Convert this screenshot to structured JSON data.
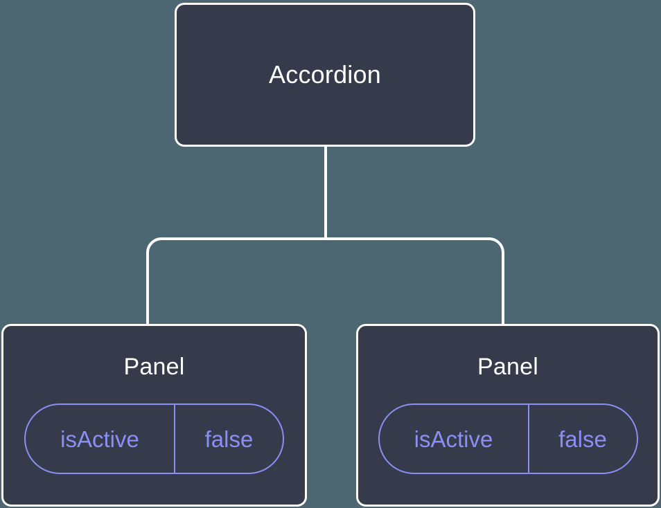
{
  "diagram": {
    "type": "component-tree",
    "background_color": "#4c6672",
    "node_fill_color": "#353b4a",
    "node_border_color": "#ffffff",
    "edge_color": "#ffffff",
    "chip_color": "#8b8ff5",
    "title_color": "#ffffff"
  },
  "nodes": {
    "root": {
      "title": "Accordion"
    },
    "left_panel": {
      "title": "Panel",
      "state": {
        "key": "isActive",
        "value": "false"
      }
    },
    "right_panel": {
      "title": "Panel",
      "state": {
        "key": "isActive",
        "value": "false"
      }
    }
  },
  "edges": [
    {
      "from": "root",
      "to": "left_panel"
    },
    {
      "from": "root",
      "to": "right_panel"
    }
  ]
}
